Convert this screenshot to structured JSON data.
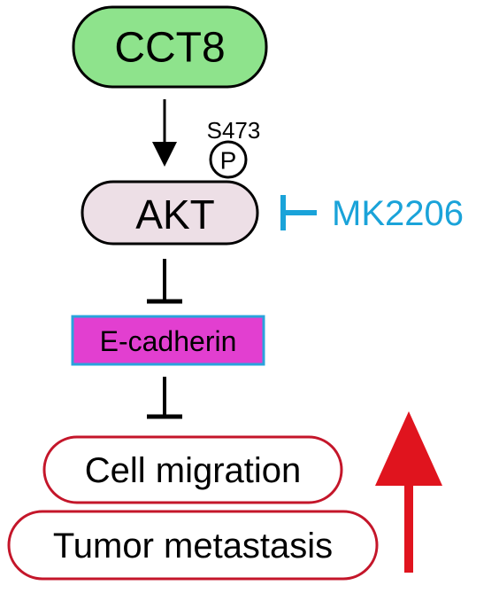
{
  "nodes": {
    "cct8": {
      "label": "CCT8",
      "fill": "#8ee38c",
      "stroke": "#000000"
    },
    "akt": {
      "label": "AKT",
      "fill": "#eddfe6",
      "stroke": "#000000"
    },
    "phospho": {
      "site": "S473",
      "symbol": "P"
    },
    "inhibitor": {
      "label": "MK2206",
      "color": "#1aa3d9"
    },
    "ecadherin": {
      "label": "E-cadherin",
      "fill": "#e23fd0",
      "stroke": "#2aa3dc"
    },
    "cell_migration": {
      "label": "Cell migration",
      "stroke": "#c4162a"
    },
    "tumor_metastasis": {
      "label": "Tumor metastasis",
      "stroke": "#c4162a"
    }
  },
  "increase_arrow": {
    "color": "#e0141e"
  }
}
